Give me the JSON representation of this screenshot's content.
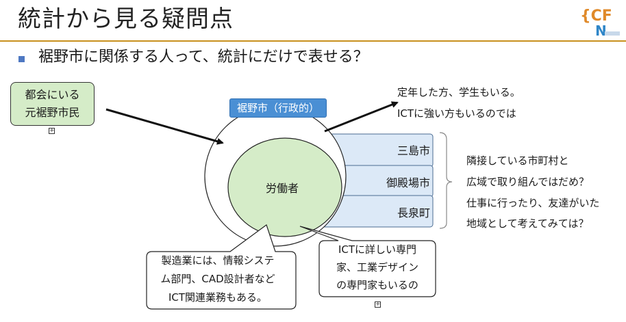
{
  "slide": {
    "title": "統計から見る疑問点",
    "bullet": "裾野市に関係する人って、統計にだけで表せる？"
  },
  "logo": {
    "text_top": "{CF",
    "text_bottom": "N"
  },
  "diagram": {
    "green_box": {
      "line1": "都会にいる",
      "line2": "元裾野市民"
    },
    "susono_label": "裾野市（行政的）",
    "cities": [
      "三島市",
      "御殿場市",
      "長泉町"
    ],
    "workers_label": "労働者",
    "note_top": {
      "line1": "定年した方、学生もいる。",
      "line2": "ICTに強い方もいるのでは"
    },
    "note_right": {
      "line1": "隣接している市町村と",
      "line2": "広域で取り組んではだめ？",
      "line3": "仕事に行ったり、友達がいた",
      "line4": "地域として考えてみては？"
    },
    "callout_left": {
      "line1": "製造業には、情報システ",
      "line2": "ム部門、CAD設計者など",
      "line3": "ICT関連業務もある。"
    },
    "callout_right": {
      "line1": "ICTに詳しい専門",
      "line2": "家、工業デザイン",
      "line3": "の専門家もいるの"
    }
  },
  "colors": {
    "accent_rule": "#c8901e",
    "bullet": "#4e78c2",
    "green_fill": "#d5ecc8",
    "blue_label": "#4a8fd4",
    "city_fill": "#dce9f7"
  }
}
